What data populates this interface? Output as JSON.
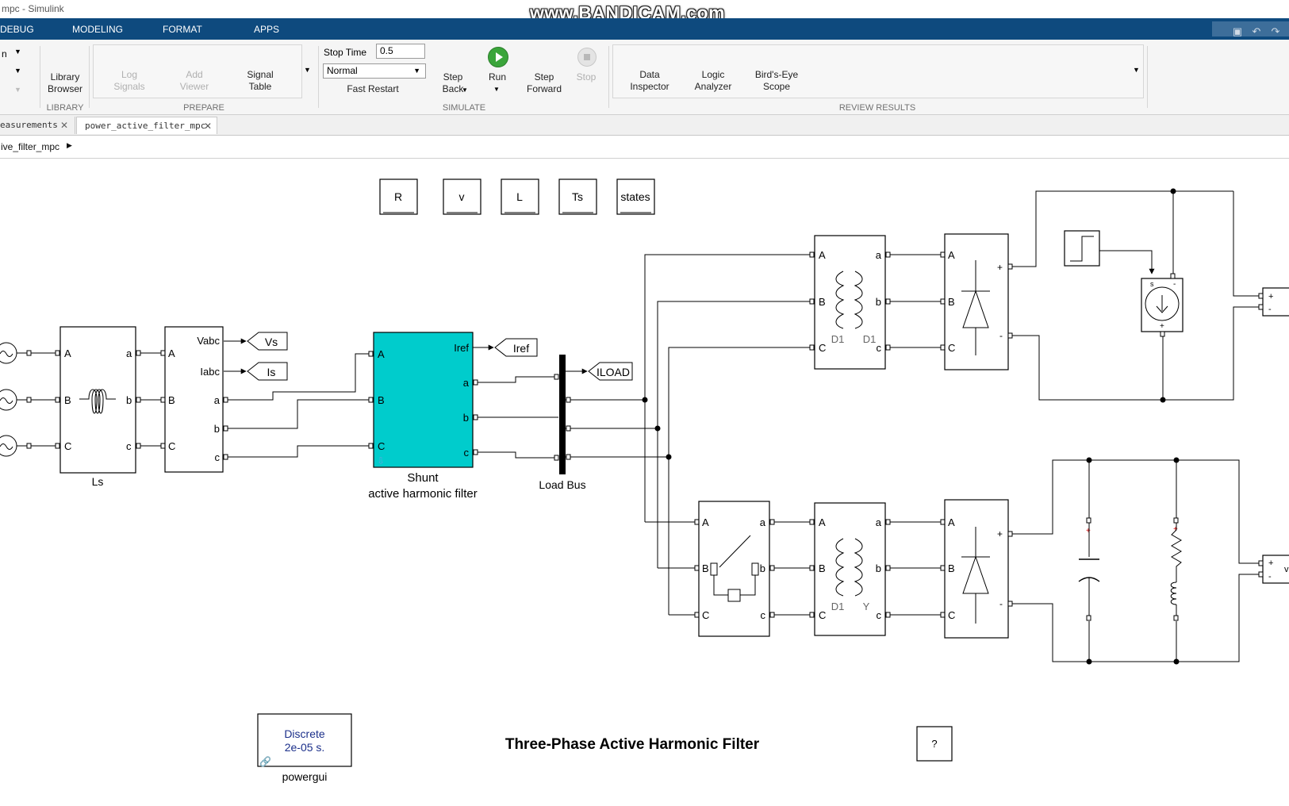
{
  "window": {
    "title": "mpc - Simulink",
    "watermark": "www.BANDICAM.com"
  },
  "menu": {
    "tabs": [
      "DEBUG",
      "MODELING",
      "FORMAT",
      "APPS"
    ]
  },
  "ribbon": {
    "library_browser": "Library Browser",
    "log_signals": "Log Signals",
    "add_viewer": "Add Viewer",
    "signal_table": "Signal Table",
    "stop_time_label": "Stop Time",
    "stop_time_value": "0.5",
    "sim_mode": "Normal",
    "fast_restart": "Fast Restart",
    "step_back": "Step Back",
    "run": "Run",
    "step_forward": "Step Forward",
    "stop": "Stop",
    "data_inspector": "Data Inspector",
    "logic_analyzer": "Logic Analyzer",
    "birds_eye_scope": "Bird's-Eye Scope",
    "groups": {
      "library": "LIBRARY",
      "prepare": "PREPARE",
      "simulate": "SIMULATE",
      "review": "REVIEW RESULTS"
    }
  },
  "tabs": [
    {
      "label": "easurements"
    },
    {
      "label": "power_active_filter_mpc"
    }
  ],
  "breadcrumb": "ive_filter_mpc",
  "diagram": {
    "const_blocks": [
      "R",
      "v",
      "L",
      "Ts",
      "states"
    ],
    "ls_label": "Ls",
    "meas_ports": [
      "Vabc",
      "Iabc",
      "a",
      "b",
      "c"
    ],
    "gotos": {
      "vs": "Vs",
      "is": "Is",
      "iref": "Iref",
      "iload": "ILOAD"
    },
    "filter_out_port": "Iref",
    "filter_name_line1": "Shunt",
    "filter_name_line2": "active harmonic filter",
    "load_bus": "Load Bus",
    "transformer_labels": {
      "top_left": "D1",
      "top_right": "D1",
      "bottom_left": "D1",
      "bottom_right": "Y"
    },
    "title": "Three-Phase Active Harmonic Filter",
    "powergui_line1": "Discrete",
    "powergui_line2": "2e-05 s.",
    "powergui": "powergui",
    "help": "?"
  },
  "colors": {
    "filter_fill": "#00cccc",
    "menubar": "#0e4a7e",
    "run_green": "#3aa53a"
  }
}
